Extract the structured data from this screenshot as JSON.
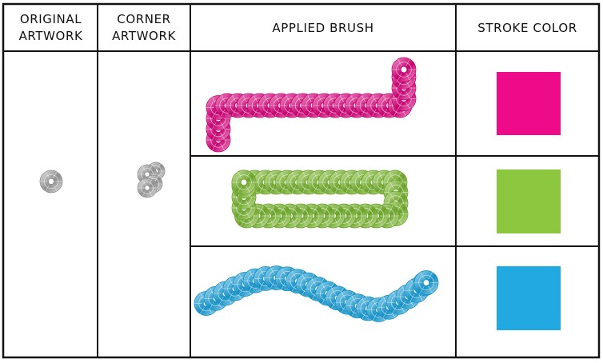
{
  "headers": {
    "original_line1": "ORIGINAL",
    "original_line2": "ARTWORK",
    "corner_line1": "CORNER",
    "corner_line2": "ARTWORK",
    "applied": "APPLIED BRUSH",
    "stroke": "STROKE COLOR"
  },
  "rows": [
    {
      "brush_shape": "hook",
      "stroke_color": "#ee0b8a",
      "bead_light": "#f59bd0",
      "bead_dark": "#c4006e"
    },
    {
      "brush_shape": "rounded-rectangle",
      "stroke_color": "#8dc63f",
      "bead_light": "#cfe8a6",
      "bead_dark": "#6ba32a"
    },
    {
      "brush_shape": "wave",
      "stroke_color": "#22a9e1",
      "bead_light": "#a5dcf3",
      "bead_dark": "#1590c4"
    }
  ],
  "artwork": {
    "bead_light": "#e4e4e4",
    "bead_dark": "#8f8f8f"
  }
}
